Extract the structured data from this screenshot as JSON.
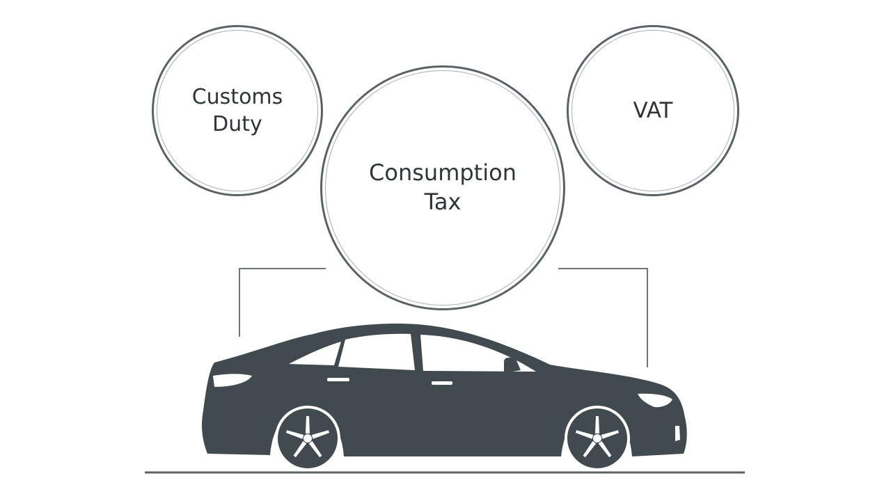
{
  "circles": {
    "customs_duty": {
      "line1": "Customs",
      "line2": "Duty"
    },
    "consumption_tax": {
      "line1": "Consumption",
      "line2": "Tax"
    },
    "vat": {
      "line1": "VAT"
    }
  },
  "colors": {
    "car_body": "#414a4e",
    "circle_stroke": "#5a6264",
    "text": "#2f3436",
    "connector": "#6f7577"
  },
  "icons": {
    "vehicle": "car-icon",
    "wheel": "wheel-icon"
  }
}
